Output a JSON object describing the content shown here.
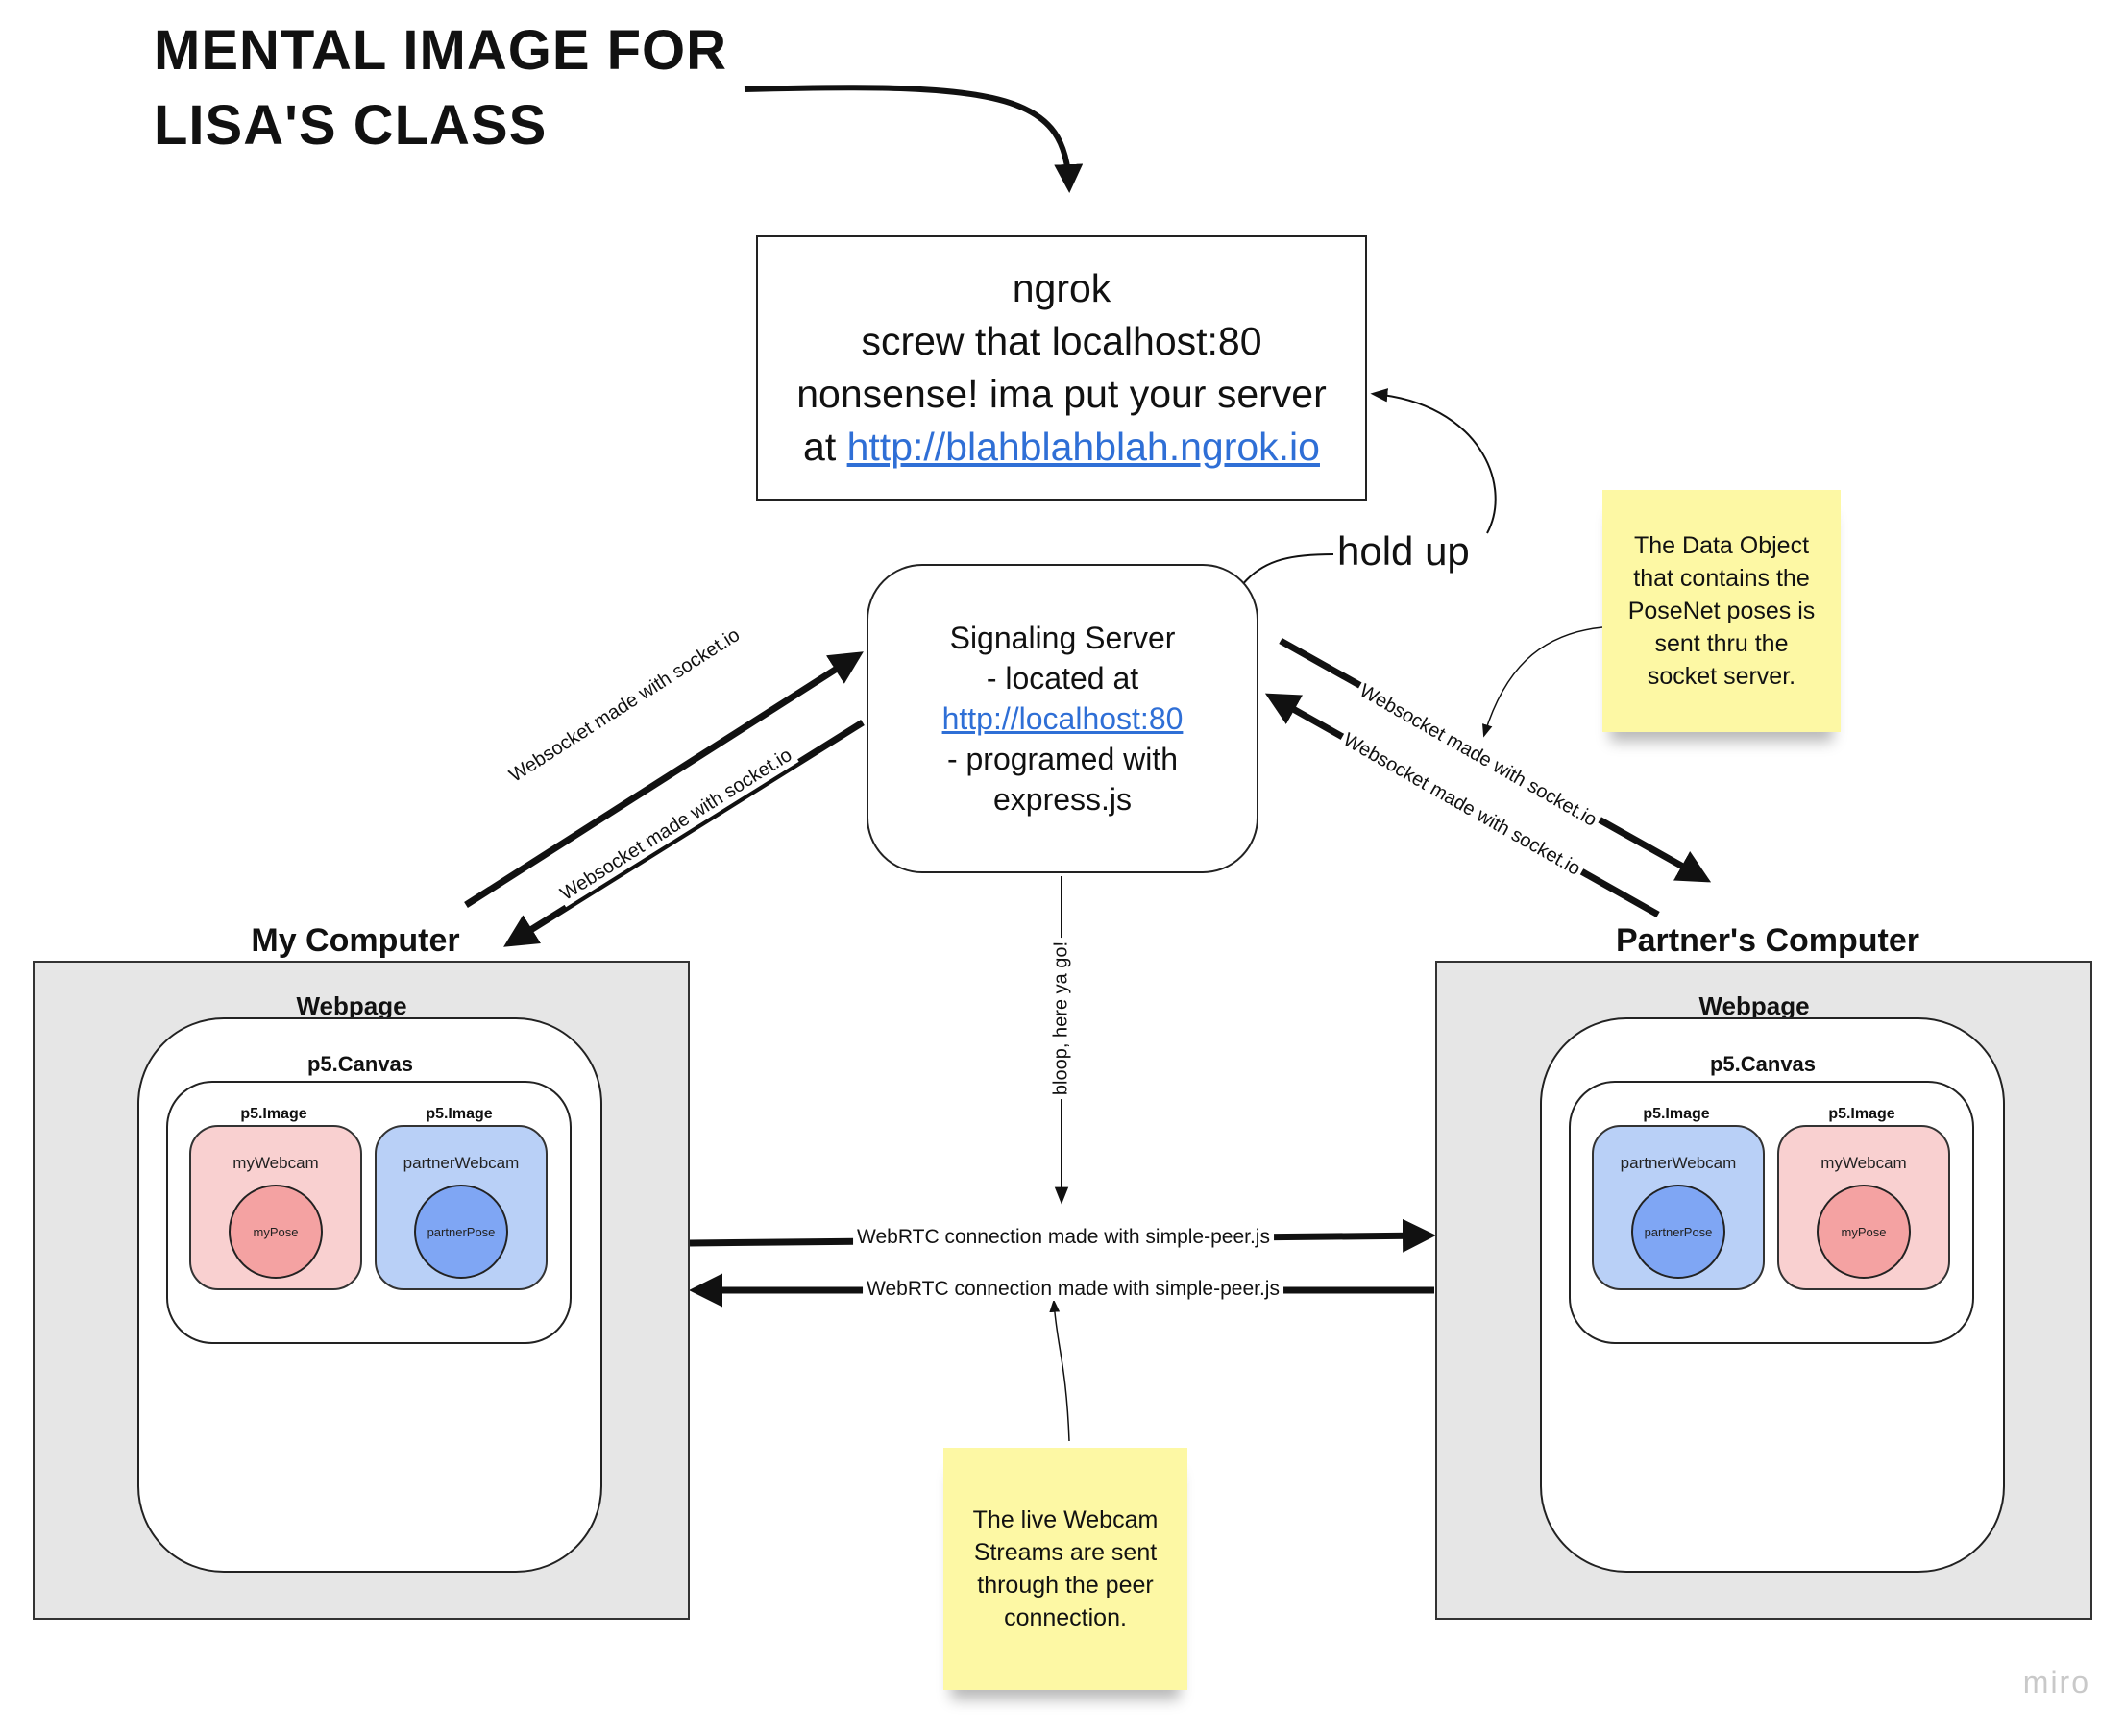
{
  "title": {
    "line1": "MENTAL IMAGE FOR",
    "line2": "LISA'S CLASS"
  },
  "ngrok": {
    "line1": "ngrok",
    "line2": "screw that localhost:80",
    "line3": "nonsense! ima put your server",
    "line4_prefix": "at ",
    "url": "http://blahblahblah.ngrok.io"
  },
  "hold_up": "hold up",
  "server": {
    "line1": "Signaling Server",
    "line2": "- located at",
    "url": "http://localhost:80",
    "line4": "- programed with",
    "line5": "express.js"
  },
  "websocket_label": "Websocket made with socket.io",
  "bloop_label": "bloop, here ya go!",
  "webrtc_label": "WebRTC connection made with simple-peer.js",
  "notes": {
    "data_object": "The Data Object that contains the PoseNet poses is sent thru the socket server.",
    "webcam_streams": "The live Webcam Streams are sent through the peer connection."
  },
  "my_computer": {
    "label": "My Computer",
    "webpage": "Webpage",
    "canvas": "p5.Canvas",
    "images": [
      {
        "label": "p5.Image",
        "cam": "myWebcam",
        "pose": "myPose",
        "color": "#f9d0d0"
      },
      {
        "label": "p5.Image",
        "cam": "partnerWebcam",
        "pose": "partnerPose",
        "color": "#b9d0f7"
      }
    ]
  },
  "partner_computer": {
    "label": "Partner's Computer",
    "webpage": "Webpage",
    "canvas": "p5.Canvas",
    "images": [
      {
        "label": "p5.Image",
        "cam": "partnerWebcam",
        "pose": "partnerPose",
        "color": "#b9d0f7"
      },
      {
        "label": "p5.Image",
        "cam": "myWebcam",
        "pose": "myPose",
        "color": "#f9d0d0"
      }
    ]
  },
  "watermark": "miro"
}
